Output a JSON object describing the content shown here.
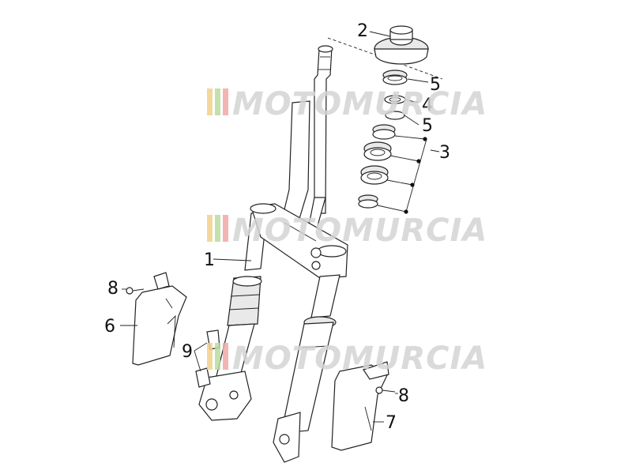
{
  "watermark": {
    "text": "MOTOMURCIA",
    "stripe_colors": [
      "#f2d28a",
      "#b8dca0",
      "#f3a8a8",
      "#c8c8c8"
    ]
  },
  "callouts": [
    {
      "id": "1",
      "label": "1"
    },
    {
      "id": "2",
      "label": "2"
    },
    {
      "id": "3",
      "label": "3"
    },
    {
      "id": "4",
      "label": "4"
    },
    {
      "id": "5a",
      "label": "5"
    },
    {
      "id": "5b",
      "label": "5"
    },
    {
      "id": "6",
      "label": "6"
    },
    {
      "id": "7",
      "label": "7"
    },
    {
      "id": "8a",
      "label": "8"
    },
    {
      "id": "8b",
      "label": "8"
    },
    {
      "id": "9",
      "label": "9"
    }
  ]
}
